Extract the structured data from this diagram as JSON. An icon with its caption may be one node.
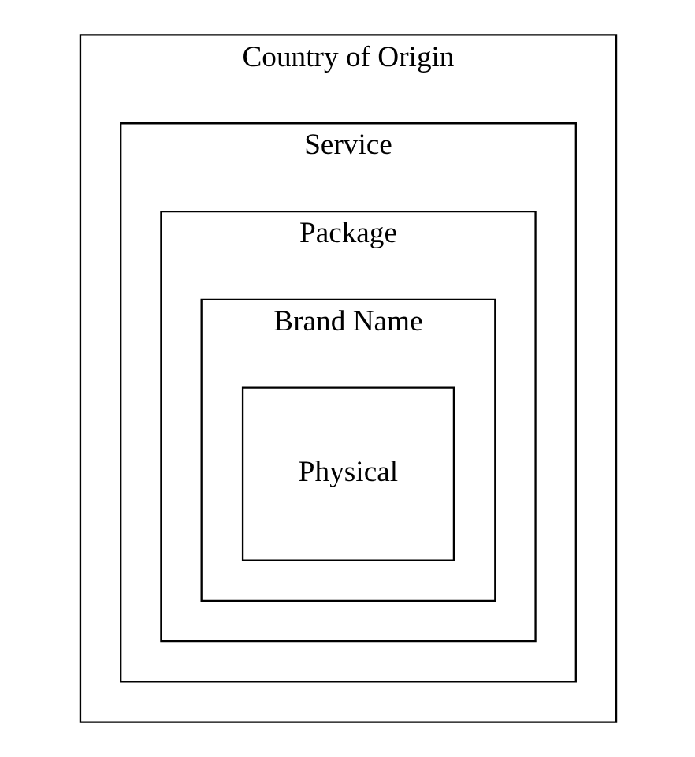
{
  "diagram": {
    "nodes": [
      {
        "text": [
          "Country of Origin"
        ]
      },
      {
        "text": [
          "Service"
        ],
        "in": 0
      },
      {
        "text": [
          "Package"
        ],
        "in": 1
      },
      {
        "text": [
          "Brand Name"
        ],
        "in": 2
      },
      {
        "text": [
          "Physical"
        ],
        "in": 3
      }
    ]
  }
}
